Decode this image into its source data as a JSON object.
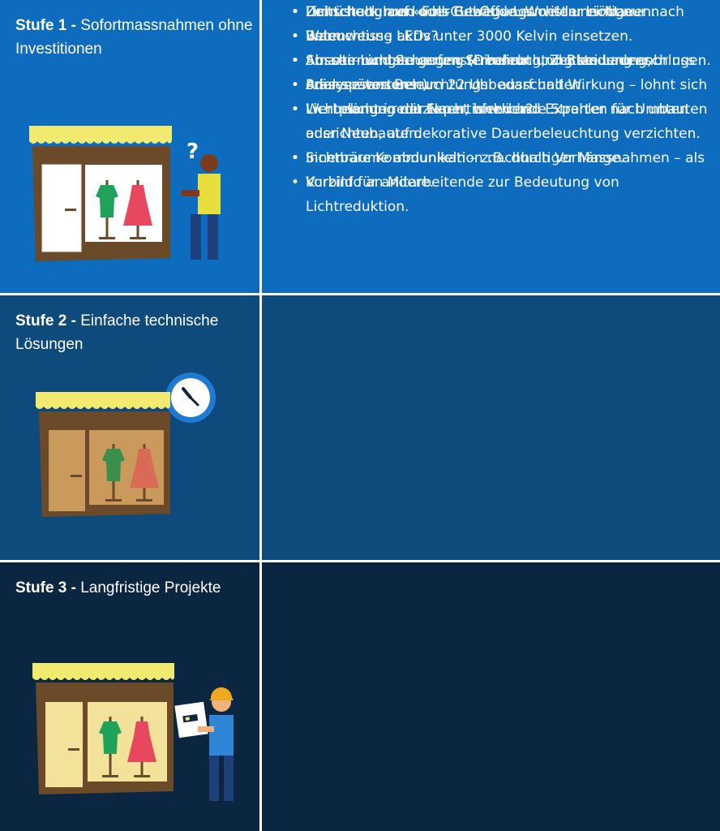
{
  "stages": [
    {
      "stage_label": "Stufe 1 -",
      "title": "Sofortmassnahmen ohne Investitionen",
      "question_mark": "?",
      "bullets": [
        "Lichtcheck rund ums Gebäude: Wo ist unnötige Beleuchtung aktiv?",
        "Aussen- und Schaufensterbeleuchtung bei Ladenschluss oder spätestens um 22 Uhr ausschalten.",
        "Lichtmenge reduzieren, blendende Strahler nach unten ausrichten, auf dekorative Dauerbeleuchtung verzichten.",
        "Innenräume abdunkeln – z.B. durch Vorhänge.",
        "Kurzinfo an Mitarbeitende zur Bedeutung von Lichtreduktion."
      ]
    },
    {
      "stage_label": "Stufe 2 -",
      "title": "Einfache technische Lösungen",
      "bullets": [
        "Zeitschaltuhren oder Bewegungsmelder einbauen.",
        "Warmweisse LEDs unter 3000 Kelvin einsetzen.",
        "Abschirmungen gegen Streulicht und Blendung anbringen.",
        "Analyse von Beleuchtungsbedarf und Wirkung – lohnt sich Werbelicht in der Nacht wirklich?"
      ]
    },
    {
      "stage_label": "Stufe 3 -",
      "title": "Langfristige Projekte",
      "bullets": [
        "Umrüstung auf «Full-Cut-Off»-Leuchten: Licht nur nach unten.",
        "Smarte Lichtsteuerung (Dimmung, Zeitsteuerung, Präsenzsensoren).",
        "Lichtplanung mit Expertinnen und Experten für Umbauten oder Neubauten.",
        "Sichtbare Kommunikation nachhaltiger Massnahmen – als Vorbild für andere."
      ]
    }
  ],
  "colors": {
    "row1_bg": "#0d6cbd",
    "row2_bg": "#0f4a7c",
    "row3_bg": "#0b2641",
    "awning": "#f2ea6e",
    "shop_wall": "#6b4a2a",
    "dress_green": "#1fa35a",
    "dress_red": "#e8485f"
  },
  "icons": [
    "shop-icon",
    "person-icon",
    "clock-icon",
    "plan-document-icon"
  ]
}
